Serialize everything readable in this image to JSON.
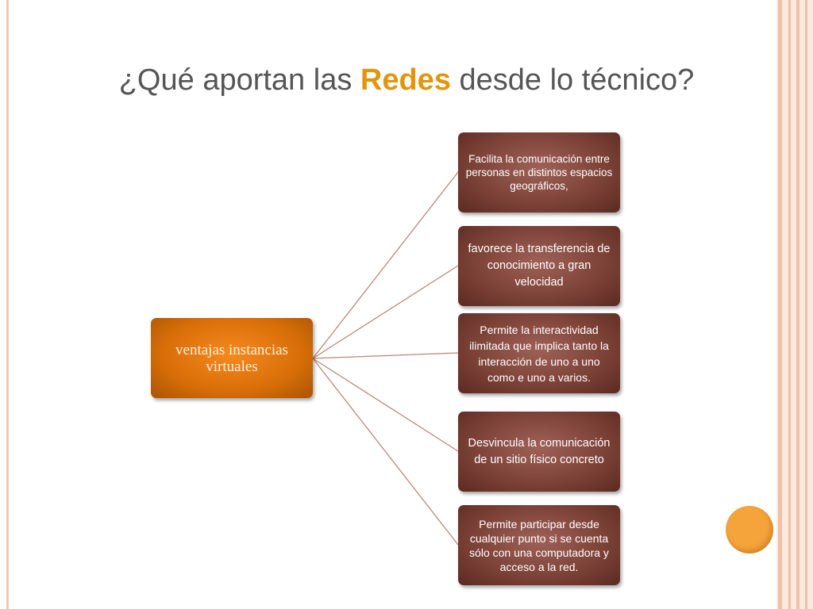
{
  "slide": {
    "title_pre": "¿Qué aportan las ",
    "title_highlight": "Redes",
    "title_post": " desde lo técnico?"
  },
  "diagram": {
    "root": "ventajas instancias virtuales",
    "branches": [
      "Facilita la comunicación entre personas en distintos espacios geográficos,",
      "favorece la transferencia de conocimiento a gran velocidad",
      "Permite la interactividad ilimitada que implica tanto la interacción de uno a uno como e uno a varios.",
      "Desvincula la comunicación de un sitio físico concreto",
      "Permite participar desde cualquier punto si se cuenta sólo con una computadora y acceso a la red."
    ]
  },
  "colors": {
    "highlight": "#e2960e",
    "root_fill": "#e07810",
    "leaf_fill": "#7e4338",
    "connector": "#b8877a",
    "accent_circle": "#f4a43a"
  }
}
